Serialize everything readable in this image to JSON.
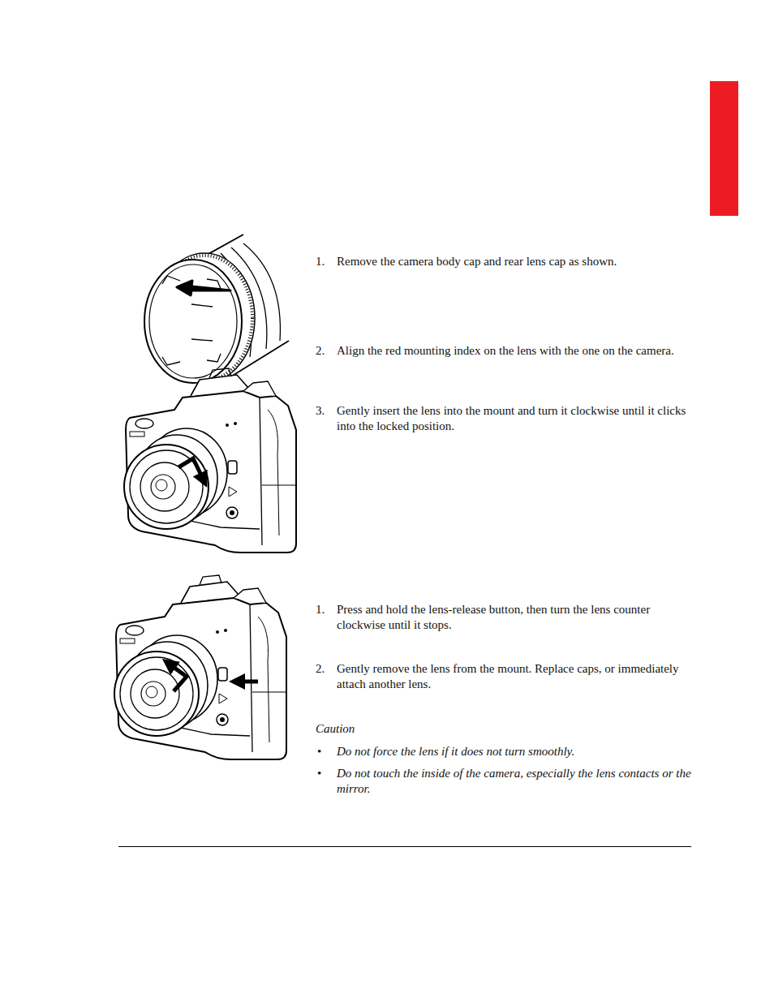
{
  "diagram": {
    "labels": [
      "1.",
      "Remove the camera body cap and rear lens cap as shown.",
      "2.",
      "Align the red mounting index on the lens with the one on the camera.",
      "3.",
      "Gently insert the lens into the mount and turn it clockwise until it clicks into the locked position.",
      "1.",
      "Press and hold the lens-release button, then turn the lens counter clockwise until it stops.",
      "2.",
      "Gently remove the lens from the mount.  Replace caps, or immediately attach another lens.",
      "Caution",
      "•",
      "Do not force the lens if it does not turn smoothly.",
      "•",
      "Do not touch the inside of the camera, especially the lens contacts or the mirror."
    ]
  }
}
